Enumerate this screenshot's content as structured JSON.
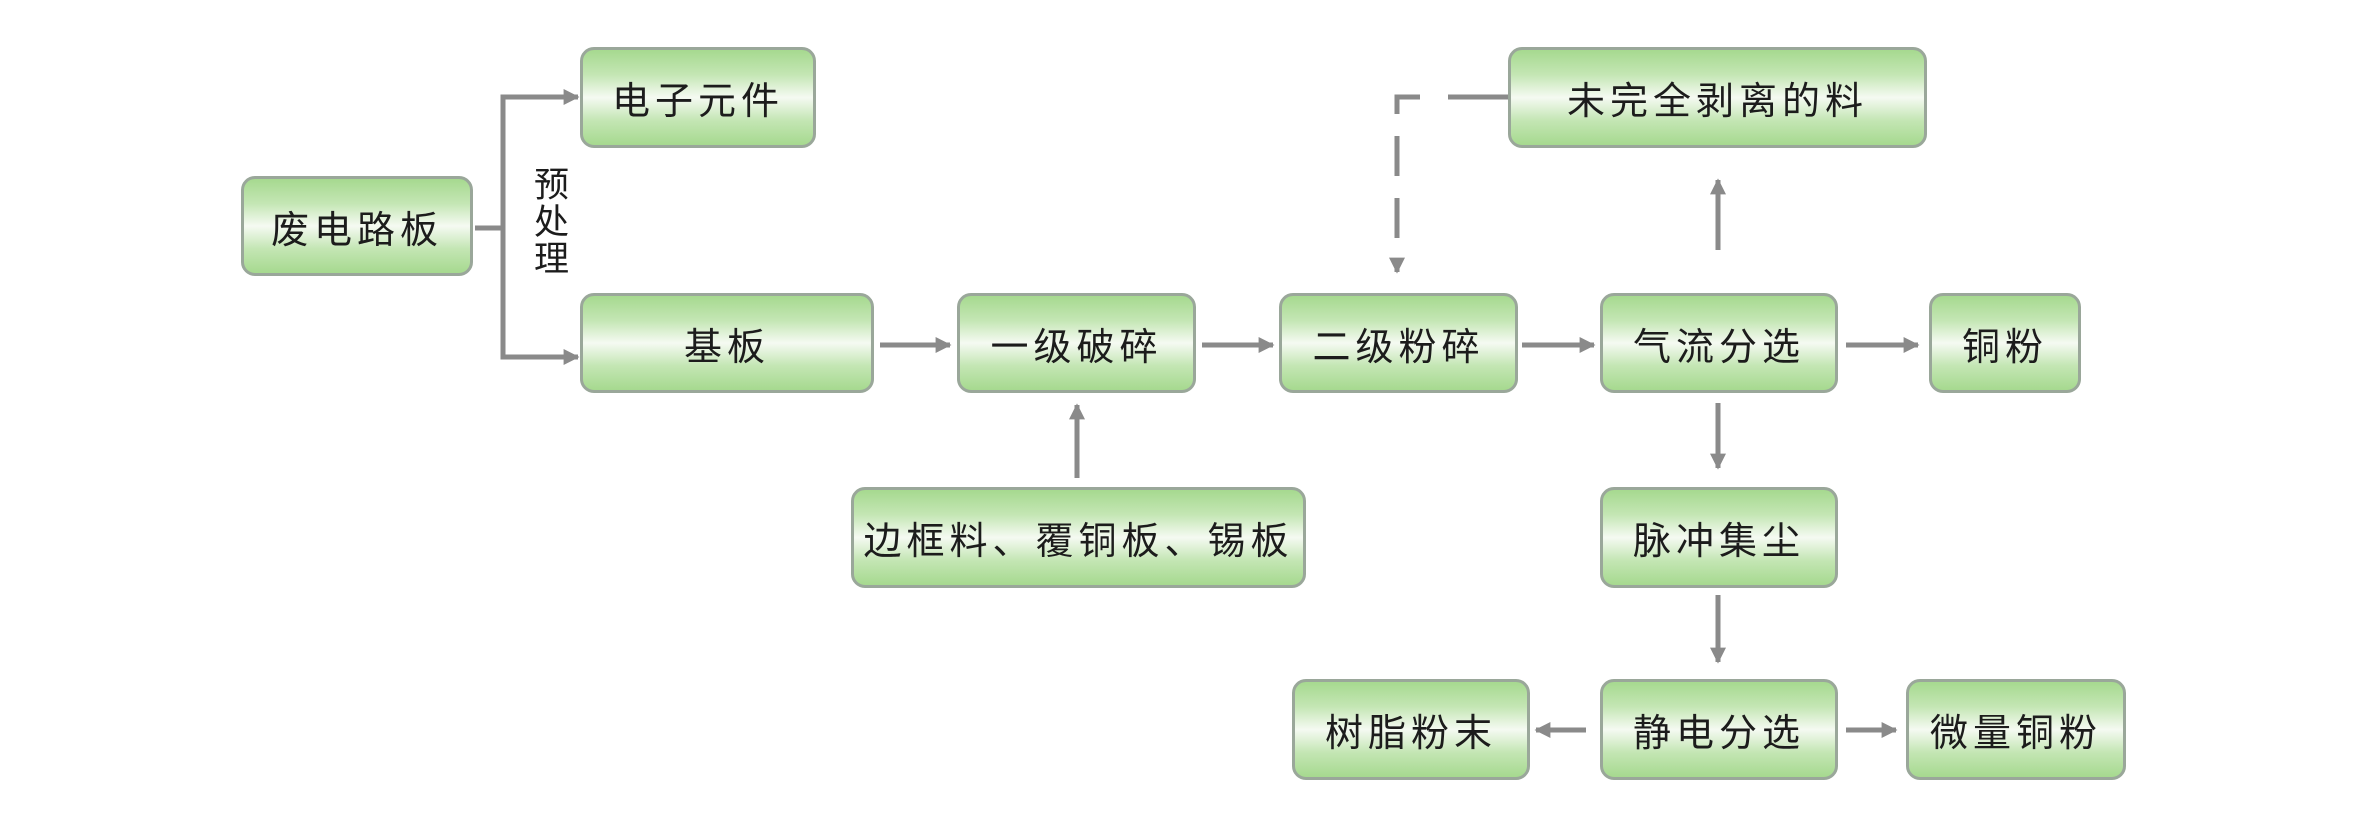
{
  "colors": {
    "connector": "#8a8a8a",
    "node_border": "#9aa79a",
    "node_fill_dark": "#a6d98f",
    "node_fill_light": "#f5faf2",
    "text": "#1c1c1c"
  },
  "nodes": {
    "waste_pcb": "废电路板",
    "electronic_components": "电子元件",
    "substrate": "基板",
    "primary_crushing": "一级破碎",
    "secondary_pulverizing": "二级粉碎",
    "airflow_separation": "气流分选",
    "copper_powder": "铜粉",
    "incomplete_stripping": "未完全剥离的料",
    "frame_materials": "边框料、覆铜板、锡板",
    "pulse_dust_collection": "脉冲集尘",
    "electrostatic_separation": "静电分选",
    "resin_powder": "树脂粉末",
    "trace_copper_powder": "微量铜粉"
  },
  "labels": {
    "pretreatment": "预处理"
  }
}
